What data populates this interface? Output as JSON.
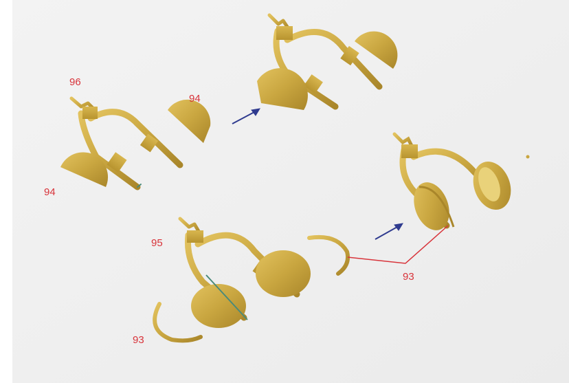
{
  "photo": {
    "subject": "brass photo-etched parts",
    "background_color": "#eeeeee",
    "brass_color": "#c9a640",
    "label_color": "#d8333a",
    "arrow_color": "#2f3b8f"
  },
  "labels": {
    "l96": "96",
    "l94_top": "94",
    "l94_left": "94",
    "l95": "95",
    "l93_right": "93",
    "l93_bottom": "93"
  }
}
